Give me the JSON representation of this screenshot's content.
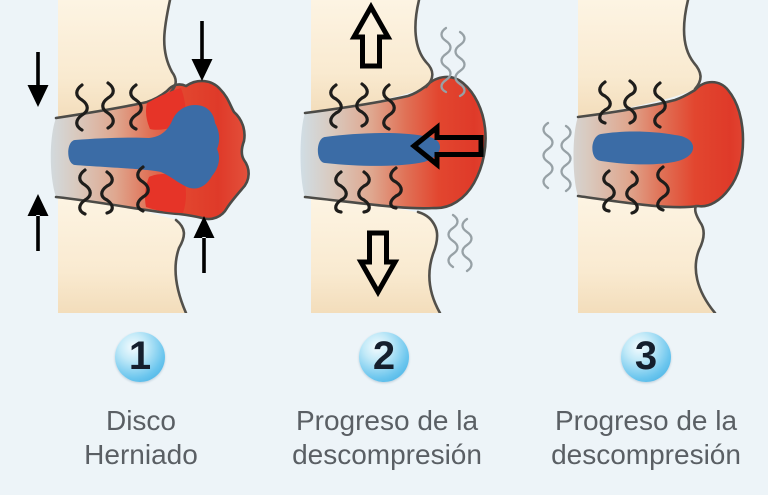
{
  "figure": {
    "description_domain": "disc-decompression-steps",
    "panels": [
      {
        "step_number": "1",
        "caption_line1": "Disco",
        "caption_line2": "Herniado",
        "icons": [
          "compression-arrow-down-icon",
          "compression-arrow-down-icon",
          "compression-arrow-up-icon",
          "compression-arrow-up-icon",
          "nerve-squiggle-icon",
          "herniated-disc-bulge",
          "annulus-tear"
        ]
      },
      {
        "step_number": "2",
        "caption_line1": "Progreso de la",
        "caption_line2": "descompresión",
        "icons": [
          "decompression-arrow-up-icon",
          "decompression-arrow-down-icon",
          "retraction-arrow-left-icon",
          "nerve-squiggle-icon",
          "relief-squiggle-icon",
          "disc-bulge"
        ]
      },
      {
        "step_number": "3",
        "caption_line1": "Progreso de la",
        "caption_line2": "descompresión",
        "icons": [
          "nerve-squiggle-icon",
          "relief-squiggle-icon",
          "disc-bulge"
        ]
      }
    ],
    "colors": {
      "background": "#edf4f8",
      "bone_cream": "#f9ead0",
      "outline_dark": "#4c4b47",
      "disc_red": "#e2462f",
      "annulus_tear_red": "#e63428",
      "nucleus_blue": "#3b6ca6",
      "disc_left_blue": "#cfe0ea",
      "badge_blue": "#4fbcea",
      "badge_number": "#151f2d",
      "caption_gray": "#5a5f64",
      "arrow_black": "#000000",
      "relief_squiggle_gray": "#97a1a6"
    }
  }
}
